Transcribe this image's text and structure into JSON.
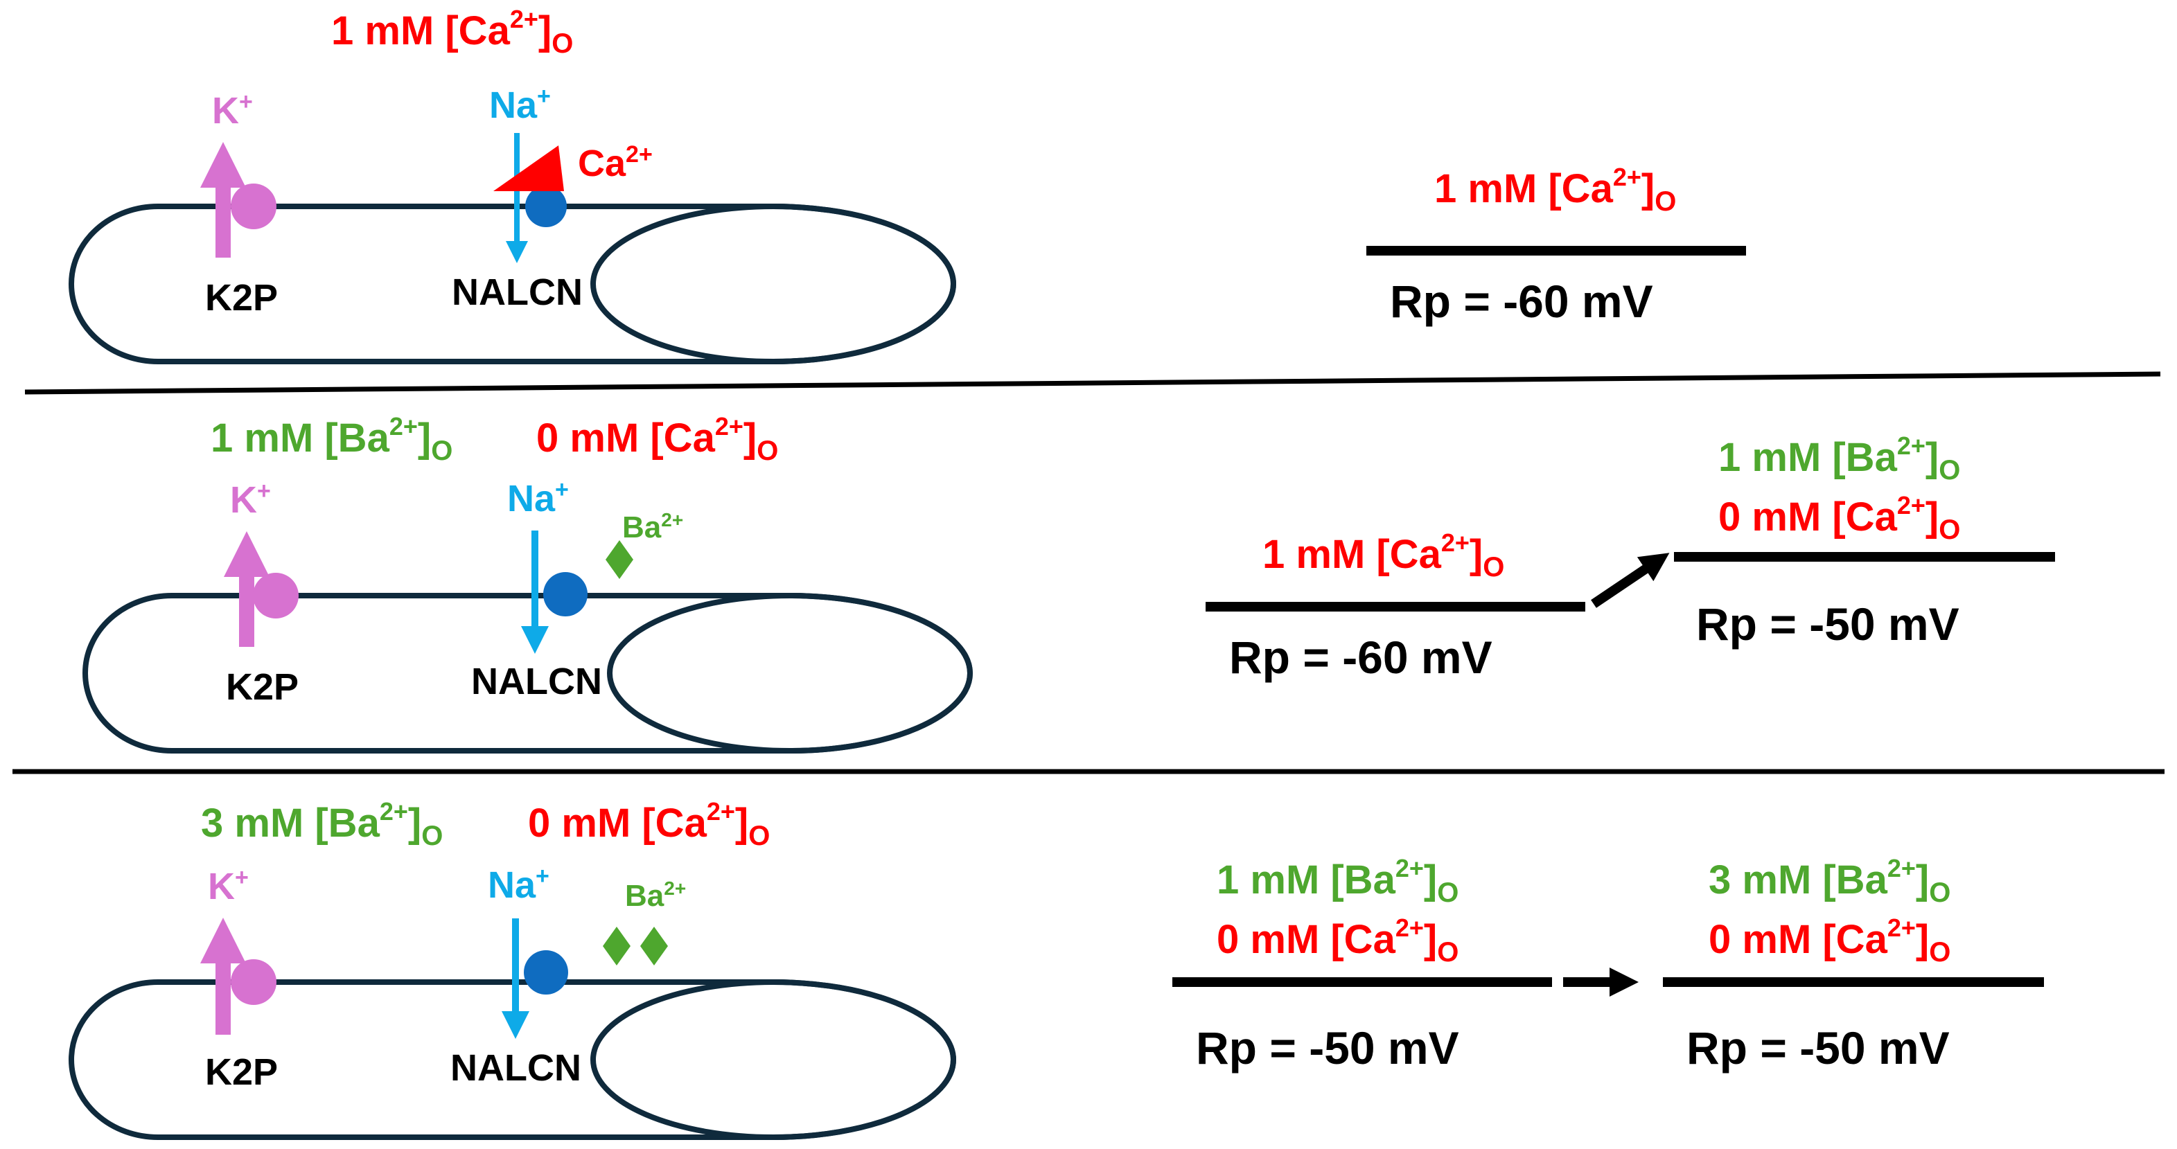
{
  "colors": {
    "red": "#ff0000",
    "green": "#4ea72e",
    "blue": "#0eaae8",
    "pink": "#d772d0",
    "channel_blue": "#0f6cc0",
    "black": "#000000",
    "outline": "#0f2a3c"
  },
  "labels": {
    "k": "K",
    "k_sup": "+",
    "na": "Na",
    "na_sup": "+",
    "ca": "Ca",
    "ca_sup": "2+",
    "ba": "Ba",
    "ba_sup": "2+",
    "k2p": "K2P",
    "nalcn": "NALCN"
  },
  "panels": [
    {
      "conditions": {
        "ca": {
          "amount": "1 mM [Ca",
          "sup": "2+",
          "close": "]",
          "sub": "O"
        }
      },
      "levels": [
        {
          "ca": {
            "amount": "1 mM [Ca",
            "sup": "2+",
            "close": "]",
            "sub": "O"
          },
          "rp": "Rp = -60 mV"
        }
      ]
    },
    {
      "conditions": {
        "ba": {
          "amount": "1 mM [Ba",
          "sup": "2+",
          "close": "]",
          "sub": "O"
        },
        "ca": {
          "amount": "0 mM [Ca",
          "sup": "2+",
          "close": "]",
          "sub": "O"
        }
      },
      "levels": [
        {
          "ca": {
            "amount": "1 mM [Ca",
            "sup": "2+",
            "close": "]",
            "sub": "O"
          },
          "rp": "Rp = -60 mV"
        },
        {
          "ba": {
            "amount": "1 mM [Ba",
            "sup": "2+",
            "close": "]",
            "sub": "O"
          },
          "ca": {
            "amount": "0 mM [Ca",
            "sup": "2+",
            "close": "]",
            "sub": "O"
          },
          "rp": "Rp = -50 mV"
        }
      ]
    },
    {
      "conditions": {
        "ba": {
          "amount": "3 mM [Ba",
          "sup": "2+",
          "close": "]",
          "sub": "O"
        },
        "ca": {
          "amount": "0 mM [Ca",
          "sup": "2+",
          "close": "]",
          "sub": "O"
        }
      },
      "levels": [
        {
          "ba": {
            "amount": "1 mM [Ba",
            "sup": "2+",
            "close": "]",
            "sub": "O"
          },
          "ca": {
            "amount": "0 mM [Ca",
            "sup": "2+",
            "close": "]",
            "sub": "O"
          },
          "rp": "Rp = -50 mV"
        },
        {
          "ba": {
            "amount": "3 mM [Ba",
            "sup": "2+",
            "close": "]",
            "sub": "O"
          },
          "ca": {
            "amount": "0 mM [Ca",
            "sup": "2+",
            "close": "]",
            "sub": "O"
          },
          "rp": "Rp = -50 mV"
        }
      ]
    }
  ]
}
